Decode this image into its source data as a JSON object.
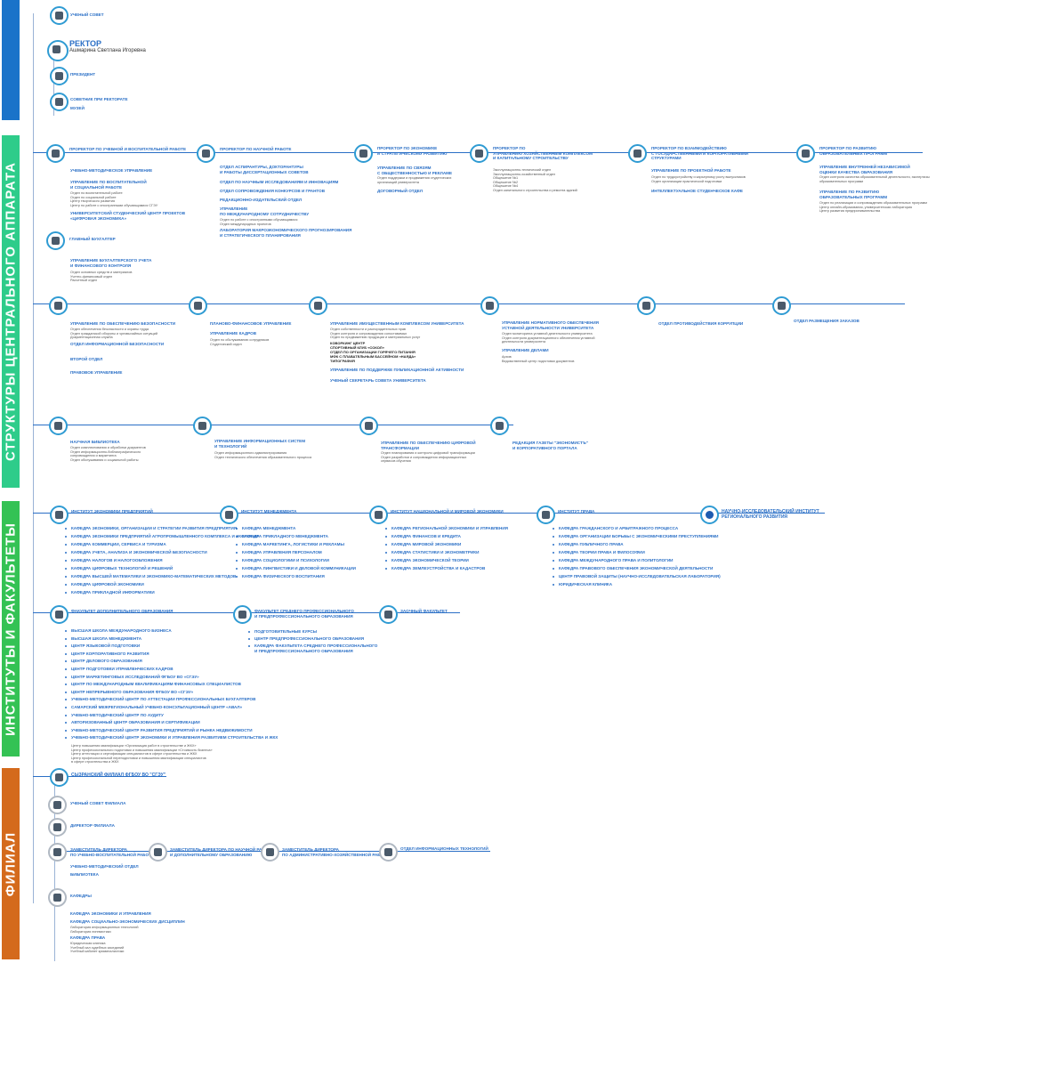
{
  "bands": {
    "structures": "СТРУКТУРЫ ЦЕНТРАЛЬНОГО АППАРАТА",
    "institutes": "ИНСТИТУТЫ И ФАКУЛЬТЕТЫ",
    "branch": "ФИЛИАЛ"
  },
  "top": {
    "council": "УЧЕНЫЙ СОВЕТ",
    "rector_title": "РЕКТОР",
    "rector_name": "Ашмарина Светлана Игоревна",
    "president": "ПРЕЗИДЕНТ",
    "advisor": "СОВЕТНИК ПРИ РЕКТОРАТЕ",
    "museum": "МУЗЕЙ"
  },
  "row1": {
    "vp_edu": "ПРОРЕКТОР ПО УЧЕБНОЙ И ВОСПИТАТЕЛЬНОЙ РАБОТЕ",
    "vp_edu_items": [
      "УЧЕБНО-МЕТОДИЧЕСКОЕ УПРАВЛЕНИЕ",
      "УПРАВЛЕНИЕ ПО ВОСПИТАТЕЛЬНОЙ\nИ СОЦИАЛЬНОЙ РАБОТЕ",
      "УНИВЕРСИТЕТСКИЙ СТУДЕНЧЕСКИЙ ЦЕНТР ПРОЕКТОВ\n«ЦИФРОВАЯ ЭКОНОМИКА»"
    ],
    "vp_edu_sub": "Отдел по воспитательной работе\nОтдел по социальной работе\nЦентр творческого развития\nЦентр по работе с иностранными обучающимися СГЭУ",
    "chief_acc": "ГЛАВНЫЙ БУХГАЛТЕР",
    "chief_acc_item": "УПРАВЛЕНИЕ БУХГАЛТЕРСКОГО УЧЕТА\nИ ФИНАНСОВОГО КОНТРОЛЯ",
    "chief_acc_sub": "Отдел основных средств и материалов\nУчетно-финансовый отдел\nРасчетный отдел",
    "vp_sci": "ПРОРЕКТОР ПО НАУЧНОЙ РАБОТЕ",
    "vp_sci_items": [
      "ОТДЕЛ АСПИРАНТУРЫ, ДОКТОРАНТУРЫ\nИ РАБОТЫ ДИССЕРТАЦИОННЫХ СОВЕТОВ",
      "ОТДЕЛ ПО НАУЧНЫМ ИССЛЕДОВАНИЯМ И ИННОВАЦИЯМ",
      "ОТДЕЛ СОПРОВОЖДЕНИЯ КОНКУРСОВ И ГРАНТОВ",
      "РЕДАКЦИОННО-ИЗДАТЕЛЬСКИЙ ОТДЕЛ",
      "УПРАВЛЕНИЕ\nПО МЕЖДУНАРОДНОМУ СОТРУДНИЧЕСТВУ",
      "ЛАБОРАТОРИЯ МАКРОЭКОНОМИЧЕСКОГО ПРОГНОЗИРОВАНИЯ\nИ СТРАТЕГИЧЕСКОГО ПЛАНИРОВАНИЯ"
    ],
    "vp_sci_sub": "Отдел по работе с иностранными обучающимися\nОтдел международных проектов",
    "vp_econ": "ПРОРЕКТОР ПО ЭКОНОМИКЕ\nИ СТРАТЕГИЧЕСКОМУ РАЗВИТИЮ",
    "vp_econ_items": [
      "УПРАВЛЕНИЕ ПО СВЯЗЯМ\nС ОБЩЕСТВЕННОСТЬЮ И РЕКЛАМЕ",
      "ДОГОВОРНЫЙ ОТДЕЛ"
    ],
    "vp_econ_sub": "Отдел поддержки и продвижения студенческих\nорганизаций университета",
    "vp_hous": "ПРОРЕКТОР ПО\nУПРАВЛЕНИЮ ХОЗЯЙСТВЕННЫМ КОМПЛЕКСОМ\nИ КАПИТАЛЬНОМУ СТРОИТЕЛЬСТВУ",
    "vp_hous_sub": "Эксплуатационно-технический отдел\nЭксплуатационно-хозяйственный отдел\n   Общежитие №1\n   Общежитие №2\n   Общежитие №4\nОтдел капитального строительства и ремонта зданий",
    "vp_gov": "ПРОРЕКТОР ПО ВЗАИМОДЕЙСТВИЮ\nС ГОСУДАРСТВЕННЫМИ И КОРПОРАТИВНЫМИ\nСТРУКТУРАМИ",
    "vp_gov_items": [
      "УПРАВЛЕНИЕ ПО ПРОЕКТНОЙ РАБОТЕ",
      "ИНТЕЛЛЕКТУАЛЬНОЕ СТУДЕНЧЕСКОЕ КАФЕ"
    ],
    "vp_gov_sub": "Отдел по трудоустройству и карьерному росту выпускников\nОтдел организации практической подготовки",
    "vp_dev": "ПРОРЕКТОР ПО РАЗВИТИЮ\nОБРАЗОВАТЕЛЬНЫХ ПРОГРАММ",
    "vp_dev_items": [
      "УПРАВЛЕНИЕ ВНУТРЕННЕЙ НЕЗАВИСИМОЙ\nОЦЕНКИ  КАЧЕСТВА ОБРАЗОВАНИЯ",
      "УПРАВЛЕНИЕ ПО РАЗВИТИЮ\nОБРАЗОВАТЕЛЬНЫХ ПРОГРАММ"
    ],
    "vp_dev_sub1": "Отдел контроля качества образовательной деятельности, экспертизы\nобразовательных программ",
    "vp_dev_sub2": "Отдел по реализации и сопровождению образовательных программ\nЦентр онлайн-образования, университетская лаборатория\nЦентр развития предпринимательства"
  },
  "row2": {
    "security": "УПРАВЛЕНИЕ ПО ОБЕСПЕЧЕНИЮ БЕЗОПАСНОСТИ",
    "security_sub": "Отдел обеспечения безопасности и охраны труда\nОтдел гражданской обороны и чрезвычайных ситуаций\nДокументационная служба",
    "security_items": [
      "ОТДЕЛ ИНФОРМАЦИОННОЙ БЕЗОПАСНОСТИ",
      "ВТОРОЙ ОТДЕЛ",
      "ПРАВОВОЕ УПРАВЛЕНИЕ"
    ],
    "planning": "ПЛАНОВО-ФИНАНСОВОЕ УПРАВЛЕНИЕ",
    "hr": "УПРАВЛЕНИЕ КАДРОВ",
    "hr_sub": "Отдел по обслуживанию сотрудников\nСтуденческий отдел",
    "property": "УПРАВЛЕНИЕ  ИМУЩЕСТВЕННЫМ КОМПЛЕКСОМ УНИВЕРСИТЕТА",
    "property_sub": "Отдел собственности и распорядительных прав\nОтдел контроля и сопровождения сопоставимых\nОтдел по продвижению продукции и материальных услуг",
    "property_k": "КОВОРКИНГ ЦЕНТР\nСПОРТИВНЫЙ КЛУБ «СОКОЛ»\nОТДЕЛ ПО ОРГАНИЗАЦИИ ГОРЯЧЕГО ПИТАНИЯ\nМФК С ПЛАВАТЕЛЬНЫМ БАССЕЙНОМ «НАЯДА»\nТИПОГРАФИЯ",
    "property_items": [
      "УПРАВЛЕНИЕ ПО  ПОДДЕРЖКЕ ПУБЛИКАЦИОННОЙ АКТИВНОСТИ",
      "УЧЕНЫЙ СЕКРЕТАРЬ СОВЕТА УНИВЕРСИТЕТА"
    ],
    "normative": "УПРАВЛЕНИЕ НОРМАТИВНОГО ОБЕСПЕЧЕНИЯ\nУСТАВНОЙ ДЕЯТЕЛЬНОСТИ УНИВЕРСИТЕТА",
    "normative_sub": "Отдел мониторинга уставной деятельности университета\nОтдел контроля документационного обеспечения уставной\nдеятельности университета",
    "affairs": "УПРАВЛЕНИЕ ДЕЛАМИ",
    "affairs_sub": "Архив\nВедомственный центр подготовки документов",
    "corruption": "ОТДЕЛ ПРОТИВОДЕЙСТВИЯ КОРРУПЦИИ",
    "orders": "ОТДЕЛ РАЗМЕЩЕНИЯ ЗАКАЗОВ"
  },
  "row3": {
    "library": "НАУЧНАЯ БИБЛИОТЕКА",
    "library_sub": "Отдел комплектования и обработки документов\nОтдел информационно-библиографического\nсопровождения и маркетинга\nОтдел обслуживания и социальной работы",
    "infosys": "УПРАВЛЕНИЕ ИНФОРМАЦИОННЫХ СИСТЕМ\nИ ТЕХНОЛОГИЙ",
    "infosys_sub": "Отдел информационного администрирования\nОтдел технического обеспечения образовательного процесса",
    "digital": "УПРАВЛЕНИЕ ПО ОБЕСПЕЧЕНИЮ ЦИФРОВОЙ\nТРАНСФОРМАЦИИ",
    "digital_sub": "Отдел планирования и контроля цифровой трансформации\nОтдел разработки и сопровождения информационных\nсервисов обучения",
    "newspaper": "РЕДАКЦИЯ ГАЗЕТЫ \"ЭКОНОМИСТЪ\"\nИ КОРПОРАТИВНОГО ПОРТАЛА"
  },
  "institutes": {
    "inst_enterprise": "ИНСТИТУТ ЭКОНОМИКИ ПРЕДПРИЯТИЙ",
    "inst_enterprise_items": [
      "КАФЕДРА ЭКОНОМИКИ, ОРГАНИЗАЦИИ И СТРАТЕГИИ РАЗВИТИЯ ПРЕДПРИЯТИЯ",
      "КАФЕДРА ЭКОНОМИКИ ПРЕДПРИЯТИЙ АГРОПРОМЫШЛЕННОГО КОМПЛЕКСА И ЭКОЛОГИИ",
      "КАФЕДРА КОММЕРЦИИ, СЕРВИСА И ТУРИЗМА",
      "КАФЕДРА УЧЕТА, АНАЛИЗА И ЭКОНОМИЧЕСКОЙ БЕЗОПАСНОСТИ",
      "КАФЕДРА НАЛОГОВ И НАЛОГООБЛОЖЕНИЯ",
      "КАФЕДРА ЦИФРОВЫХ ТЕХНОЛОГИЙ И РЕШЕНИЙ",
      "КАФЕДРА ВЫСШЕЙ МАТЕМАТИКИ И ЭКОНОМИКО-МАТЕМАТИЧЕСКИХ МЕТОДОВ",
      "КАФЕДРА ЦИФРОВОЙ ЭКОНОМИКИ",
      "КАФЕДРА ПРИКЛАДНОЙ ИНФОРМАТИКИ"
    ],
    "inst_management": "ИНСТИТУТ МЕНЕДЖМЕНТА",
    "inst_management_items": [
      "КАФЕДРА МЕНЕДЖМЕНТА",
      "КАФЕДРА ПРИКЛАДНОГО МЕНЕДЖМЕНТА",
      "КАФЕДРА МАРКЕТИНГА, ЛОГИСТИКИ И РЕКЛАМЫ",
      "КАФЕДРА УПРАВЛЕНИЯ ПЕРСОНАЛОМ",
      "КАФЕДРА СОЦИОЛОГИИИ И ПСИХОЛОГИИ",
      "КАФЕДРА ЛИНГВИСТИКИ И ДЕЛОВОЙ КОММУНИКАЦИИ",
      "КАФЕДРА ФИЗИЧЕСКОГО ВОСПИТАНИЯ"
    ],
    "inst_national": "ИНСТИТУТ НАЦИОНАЛЬНОЙ И МИРОВОЙ ЭКОНОМИКИ",
    "inst_national_items": [
      "КАФЕДРА РЕГИОНАЛЬНОЙ ЭКОНОМИКИ И УПРАВЛЕНИЯ",
      "КАФЕДРА ФИНАНСОВ И КРЕДИТА",
      "КАФЕДРА МИРОВОЙ ЭКОНОМИКИ",
      "КАФЕДРА СТАТИСТИКИ И ЭКОНОМЕТРИКИ",
      "КАФЕДРА ЭКОНОМИЧЕСКОЙ ТЕОРИИ",
      "КАФЕДРА ЗЕМЛЕУСТРОЙСТВА И КАДАСТРОВ"
    ],
    "inst_law": "ИНСТИТУТ ПРАВА",
    "inst_law_items": [
      "КАФЕДРА ГРАЖДАНСКОГО И АРБИТРАЖНОГО ПРОЦЕССА",
      "КАФЕДРА ОРГАНИЗАЦИИ БОРЬБЫ С ЭКОНОМИЧЕСКИМИ ПРЕСТУПЛЕНИЯМИ",
      "КАФЕДРА ПУБЛИЧНОГО ПРАВА",
      "КАФЕДРА ТЕОРИИ ПРАВА И ФИЛОСОФИИ",
      "КАФЕДРА МЕЖДУНАРОДНОГО ПРАВА И ПОЛИТОЛОГИИ",
      "КАФЕДРА ПРАВОВОГО ОБЕСПЕЧЕНИЯ ЭКОНОМИЧЕСКОЙ ДЕЯТЕЛЬНОСТИ",
      "ЦЕНТР ПРАВОВОЙ ЗАЩИТЫ (НАУЧНО-ИССЛЕДОВАТЕЛЬСКАЯ ЛАБОРАТОРИЯ)",
      "ЮРИДИЧЕСКАЯ КЛИНИКА"
    ],
    "inst_research": "НАУЧНО-ИССЛЕДОВАТЕЛЬСКИЙ ИНСТИТУТ\nРЕГИОНАЛЬНОГО РАЗВИТИЯ",
    "fac_add": "ФАКУЛЬТЕТ ДОПОЛНИТЕЛЬНОГО ОБРАЗОВАНИЯ",
    "fac_add_items": [
      "ВЫСШАЯ ШКОЛА МЕЖДУНАРОДНОГО БИЗНЕСА",
      "ВЫСШАЯ ШКОЛА МЕНЕДЖМЕНТА",
      "ЦЕНТР ЯЗЫКОВОЙ ПОДГОТОВКИ",
      "ЦЕНТР КОРПОРАТИВНОГО РАЗВИТИЯ",
      "ЦЕНТР ДЕЛОВОГО ОБРАЗОВАНИЯ",
      "ЦЕНТР ПОДГОТОВКИ УПРАВЛЕНЧЕСКИХ КАДРОВ",
      "ЦЕНТР МАРКЕТИНГОВЫХ ИССЛЕДОВАНИЙ ФГБОУ ВО «СГЭУ»",
      "ЦЕНТР ПО МЕЖДУНАРОДНЫМ КВАЛИФИКАЦИЯМ ФИНАНСОВЫХ СПЕЦИАЛИСТОВ",
      "ЦЕНТР НЕПРЕРЫВНОГО ОБРАЗОВАНИЯ ФГБОУ ВО «СГЭУ»",
      "УЧЕБНО-МЕТОДИЧЕСКИЙ ЦЕНТР ПО АТТЕСТАЦИИ ПРОФЕССИОНАЛЬНЫХ БУХГАЛТЕРОВ",
      "САМАРСКИЙ МЕЖРЕГИОНАЛЬНЫЙ УЧЕБНО-КОНСУЛЬТАЦИОННЫЙ ЦЕНТР «АВАЛ»",
      "УЧЕБНО-МЕТОДИЧЕСКИЙ ЦЕНТР ПО АУДИТУ",
      "АВТОРИЗОВАННЫЙ ЦЕНТР ОБРАЗОВАНИЯ И СЕРТИФИКАЦИИ",
      "УЧЕБНО-МЕТОДИЧЕСКИЙ ЦЕНТР РАЗВИТИЯ ПРЕДПРИЯТИЙ И РЫНКА НЕДВИЖИМОСТИ",
      "УЧЕБНО-МЕТОДИЧЕСКИЙ ЦЕНТР ЭКОНОМИКИ И УПРАВЛЕНИЯ РАЗВИТИЕМ СТРОИТЕЛЬСТВА И ЖКХ"
    ],
    "fac_add_sub": "Центр повышения квалификации «Организация работ в строительстве и ЖКХ»\nЦентр профессионального подготовки и повышения квалификации «Стоимость бизнеса»\nЦентр аттестации и сертификации специалистов в сфере строительства и ЖКХ\nЦентр профессиональной переподготовки и повышения квалификации специалистов\nв сфере строительства и ЖКХ",
    "fac_spo": "ФАКУЛЬТЕТ СРЕДНЕГО ПРОФЕССИОНАЛЬНОГО\nИ ПРЕДПРОФЕССИОНАЛЬНОГО ОБРАЗОВАНИЯ",
    "fac_spo_items": [
      "ПОДГОТОВИТЕЛЬНЫЕ КУРСЫ",
      "ЦЕНТР ПРЕДПРОФЕССИОНАЛЬНОГО ОБРАЗОВАНИЯ",
      "КАФЕДРА ФАКУЛЬТЕТА СРЕДНЕГО ПРОФЕССИОНАЛЬНОГО\nИ ПРЕДПРОФЕССИОНАЛЬНОГО ОБРАЗОВАНИЯ"
    ],
    "fac_ext": "ЗАОЧНЫЙ ФАКУЛЬТЕТ"
  },
  "branch": {
    "title": "СЫЗРАНСКИЙ ФИЛИАЛ ФГБОУ ВО \"СГЭУ\"",
    "council": "УЧЕНЫЙ СОВЕТ ФИЛИАЛА",
    "director": "ДИРЕКТОР ФИЛИАЛА",
    "dep1": "ЗАМЕСТИТЕЛЬ ДИРЕКТОРА\nПО УЧЕБНО-ВОСПИТАТЕЛЬНОЙ РАБОТЕ",
    "dep1_items": [
      "УЧЕБНО-МЕТОДИЧЕСКИЙ ОТДЕЛ",
      "БИБЛИОТЕКА"
    ],
    "dep2": "ЗАМЕСТИТЕЛЬ ДИРЕКТОРА ПО НАУЧНОЙ РАБОТЕ\nИ ДОПОЛНИТЕЛЬНОМУ ОБРАЗОВАНИЮ",
    "dep3": "ЗАМЕСТИТЕЛЬ ДИРЕКТОРА\nПО АДМИНИСТРАТИВНО-ХОЗЯЙСТВЕННОЙ РАБОТЕ",
    "it": "ОТДЕЛ ИНФОРМАЦИОННЫХ ТЕХНОЛОГИЙ",
    "chairs": "КАФЕДРЫ",
    "chair_items": [
      "КАФЕДРА ЭКОНОМИКИ И УПРАВЛЕНИЯ",
      "КАФЕДРА СОЦИАЛЬНО-ЭКОНОМИЧЕСКИХ ДИСЦИПЛИН",
      "КАФЕДРА ПРАВА"
    ],
    "chair_sub2": "Лаборатория информационных технологий\nЛаборатория лингвистики",
    "chair_sub3": "Юридическая клиника\nУчебный зал судебных заседаний\nУчебный кабинет криминалистики"
  },
  "colors": {
    "blue": "#1a73c9",
    "green1": "#2ecc8a",
    "green2": "#34c254",
    "orange": "#d46a1c",
    "line": "#2a6fc6"
  }
}
